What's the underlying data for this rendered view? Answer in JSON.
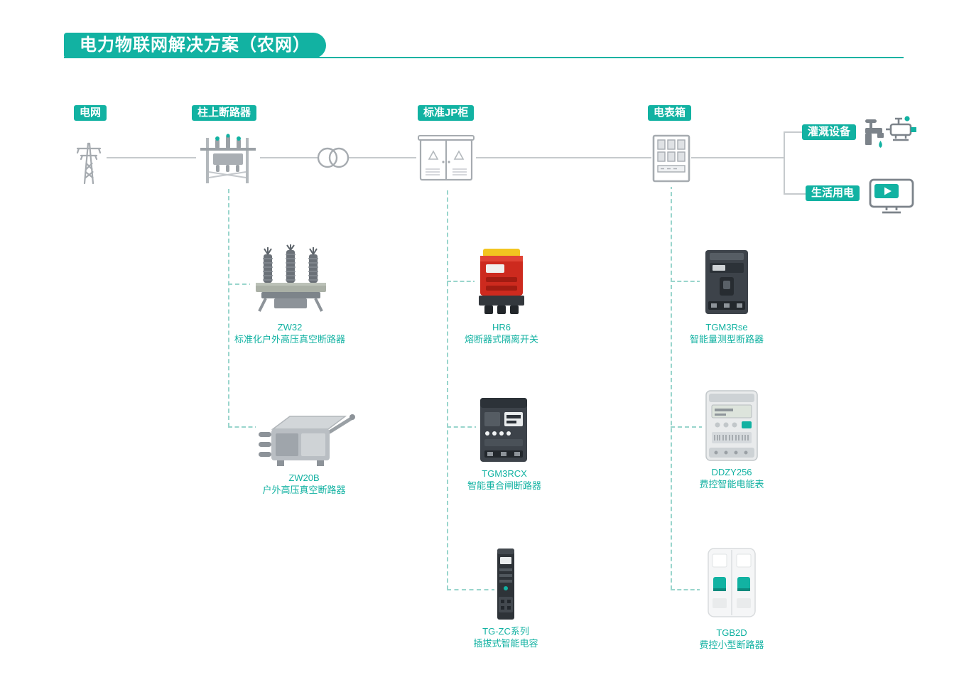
{
  "page": {
    "title": "电力物联网解决方案（农网）"
  },
  "colors": {
    "accent": "#12b2a2",
    "bus_line_gray": "#c6cacd",
    "dashed_line_teal": "#99d5cc",
    "hr6_red": "#cd2a1e",
    "hr6_yellow": "#f2c520"
  },
  "flow": {
    "nodes": [
      {
        "label": "电网",
        "icon": "transmission-tower-icon"
      },
      {
        "label": "柱上断路器",
        "icon": "pole-breaker-icon"
      },
      {
        "label": "标准JP柜",
        "icon": "jp-cabinet-icon"
      },
      {
        "label": "电表箱",
        "icon": "meter-box-icon"
      }
    ],
    "connector_icon": "transformer-icon",
    "endpoints": [
      {
        "label": "灌溉设备",
        "icon": "faucet-pump-icon"
      },
      {
        "label": "生活用电",
        "icon": "monitor-play-icon"
      }
    ]
  },
  "products": [
    {
      "model": "ZW32",
      "desc": "标准化户外高压真空断路器",
      "group": "柱上断路器"
    },
    {
      "model": "ZW20B",
      "desc": "户外高压真空断路器",
      "group": "柱上断路器"
    },
    {
      "model": "HR6",
      "desc": "熔断器式隔离开关",
      "group": "标准JP柜"
    },
    {
      "model": "TGM3RCX",
      "desc": "智能重合闸断路器",
      "group": "标准JP柜"
    },
    {
      "model": "TG-ZC系列",
      "desc": "插拔式智能电容",
      "group": "标准JP柜"
    },
    {
      "model": "TGM3Rse",
      "desc": "智能量测型断路器",
      "group": "电表箱"
    },
    {
      "model": "DDZY256",
      "desc": "费控智能电能表",
      "group": "电表箱"
    },
    {
      "model": "TGB2D",
      "desc": "费控小型断路器",
      "group": "电表箱"
    }
  ]
}
